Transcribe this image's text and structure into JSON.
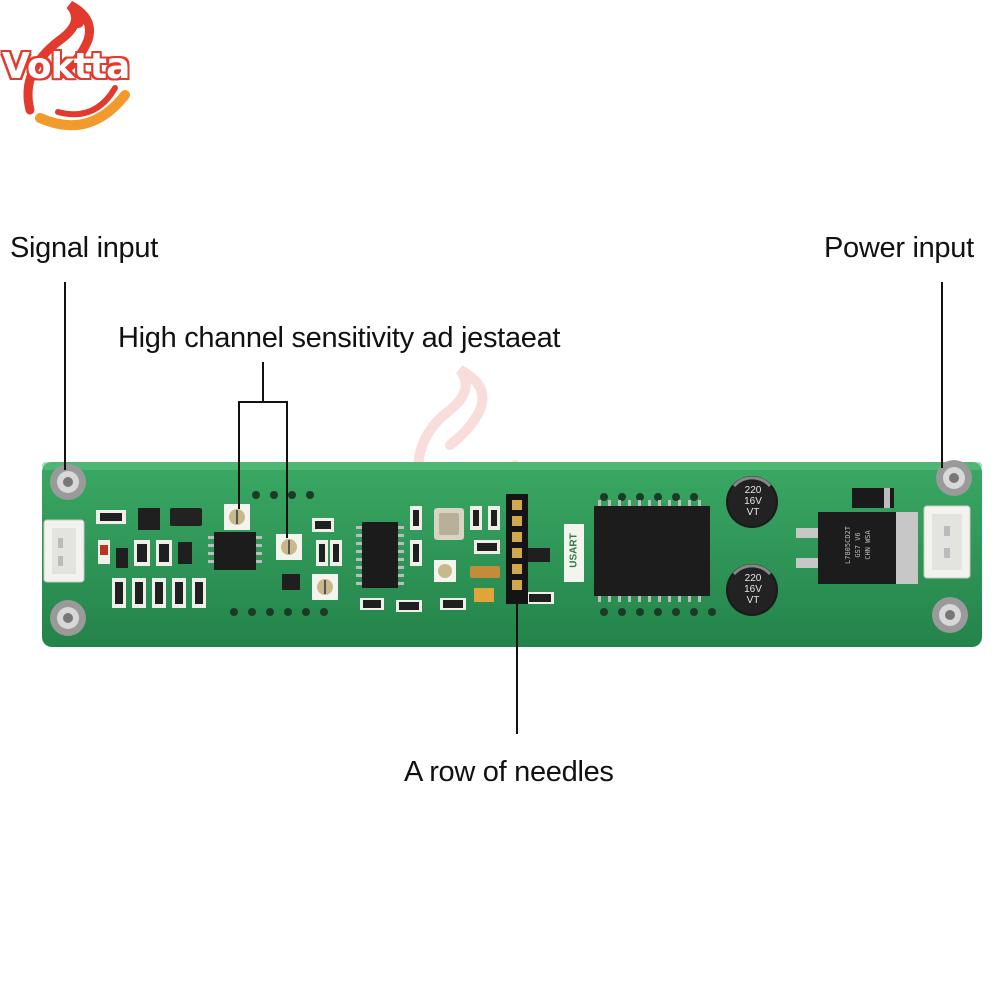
{
  "brand": {
    "name": "Voktta",
    "accent": "#e23b2e",
    "accent2": "#f39a2c"
  },
  "annotations": {
    "signal_input": "Signal input",
    "power_input": "Power input",
    "sensitivity": "High channel sensitivity ad jestaeat",
    "needles": "A row of needles"
  },
  "board": {
    "color": "#2f9a57",
    "usart_label": "USART",
    "cap_top": {
      "line1": "220",
      "line2": "16V",
      "line3": "VT"
    },
    "cap_bottom": {
      "line1": "220",
      "line2": "16V",
      "line3": "VT"
    },
    "regulator": {
      "line1": "L7805CD2T",
      "line2": "GS7 V6",
      "line3": "CHN WSA"
    }
  }
}
